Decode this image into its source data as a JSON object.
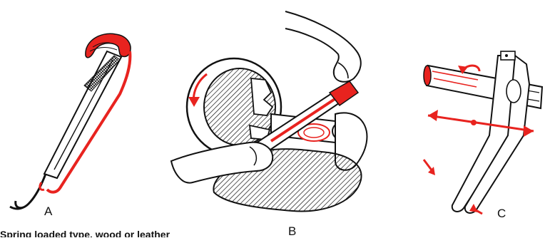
{
  "labels": {
    "a": "A",
    "b": "B",
    "c": "C"
  },
  "caption": "Spring loaded type, wood or leather",
  "colors": {
    "ink": "#111111",
    "accent": "#e8231f",
    "paper": "#ffffff"
  }
}
